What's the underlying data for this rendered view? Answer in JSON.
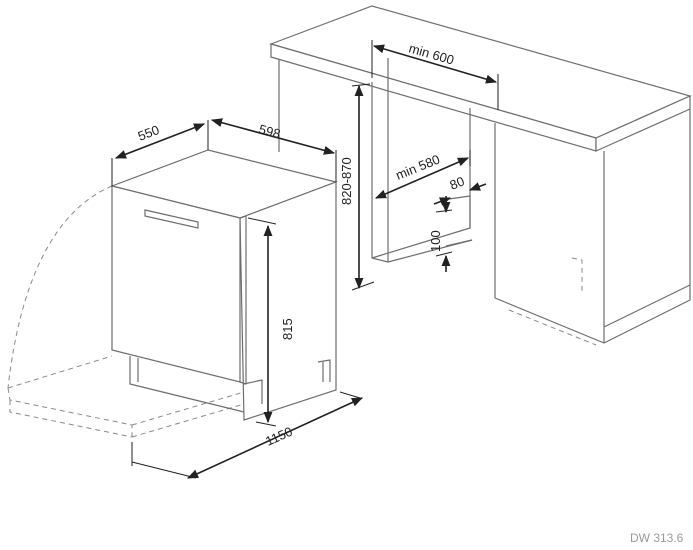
{
  "dimensions": {
    "depth": "550",
    "width": "598",
    "height": "815",
    "door_clearance": "1150",
    "niche_height": "820-870",
    "niche_width": "min 600",
    "niche_depth": "min 580",
    "plinth_depth": "80",
    "plinth_height": "100"
  },
  "model_code": "DW 313.6"
}
